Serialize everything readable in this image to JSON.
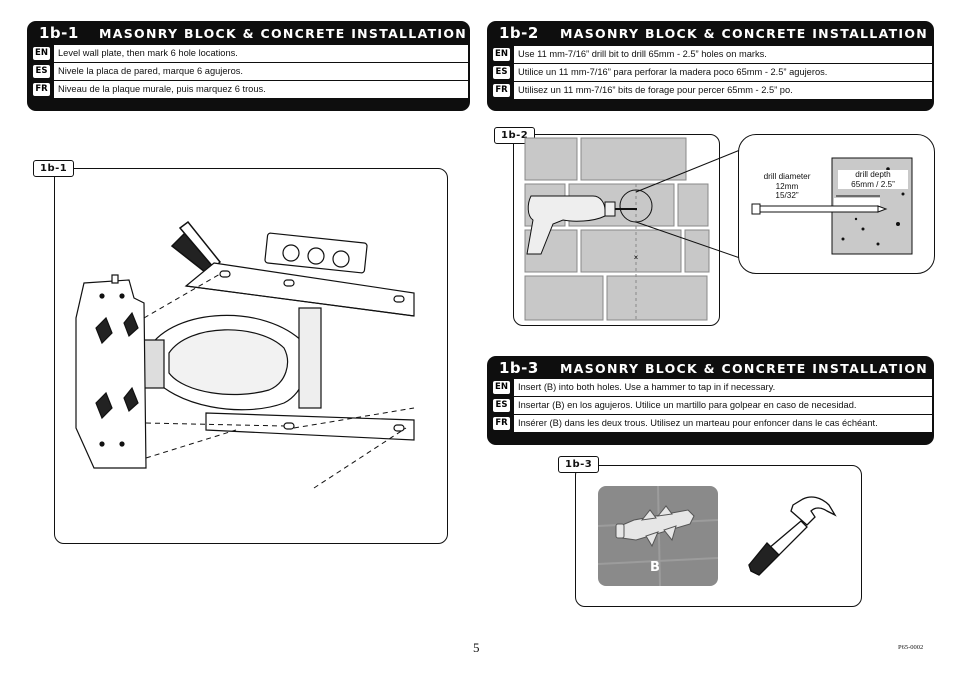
{
  "panels": {
    "p1": {
      "step": "1b-1",
      "title": "MASONRY BLOCK & CONCRETE INSTALLATION",
      "rows": [
        {
          "lang": "EN",
          "text": "Level wall plate, then mark 6 hole locations."
        },
        {
          "lang": "ES",
          "text": "Nivele la placa de pared, marque 6 agujeros."
        },
        {
          "lang": "FR",
          "text": "Niveau de la plaque murale, puis marquez 6 trous."
        }
      ]
    },
    "p2": {
      "step": "1b-2",
      "title": "MASONRY BLOCK & CONCRETE INSTALLATION",
      "rows": [
        {
          "lang": "EN",
          "text": "Use 11 mm-7/16” drill bit to drill 65mm - 2.5” holes on marks."
        },
        {
          "lang": "ES",
          "text": "Utilice un 11 mm-7/16” para perforar la madera poco 65mm - 2.5” agujeros."
        },
        {
          "lang": "FR",
          "text": "Utilisez un 11 mm-7/16” bits de forage pour percer 65mm - 2.5” po."
        }
      ]
    },
    "p3": {
      "step": "1b-3",
      "title": "MASONRY BLOCK & CONCRETE INSTALLATION",
      "rows": [
        {
          "lang": "EN",
          "text": "Insert (B) into both holes.  Use a hammer to tap in if necessary."
        },
        {
          "lang": "ES",
          "text": "Insertar (B) en los agujeros. Utilice un martillo para golpear en caso de necesidad."
        },
        {
          "lang": "FR",
          "text": "Insérer (B) dans les deux trous. Utilisez un marteau pour enfoncer dans le cas échéant."
        }
      ]
    }
  },
  "figures": {
    "fig1": {
      "tag": "1b-1"
    },
    "fig2": {
      "tag": "1b-2",
      "drill_diameter": [
        "drill diameter",
        "12mm",
        "15/32”"
      ],
      "drill_depth": [
        "drill depth",
        "65mm / 2.5”"
      ]
    },
    "fig3": {
      "tag": "1b-3",
      "part_label": "B"
    }
  },
  "footer": {
    "page_number": "5",
    "doc_code": "P65-0002"
  }
}
